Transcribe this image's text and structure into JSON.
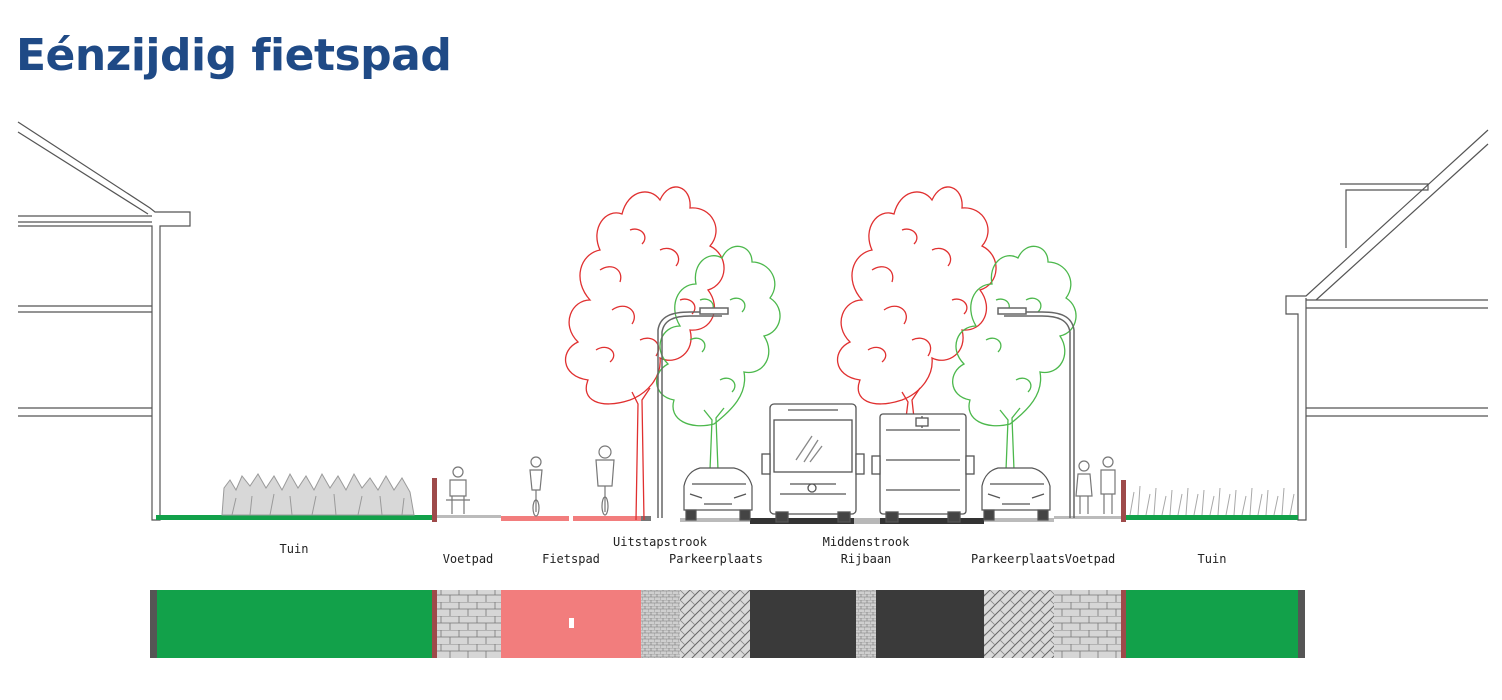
{
  "title": "Eénzijdig fietspad",
  "labels": {
    "tuin_left": "Tuin",
    "voetpad_left": "Voetpad",
    "fietspad": "Fietspad",
    "uitstapstrook": "Uitstapstrook",
    "parkeerplaats_left": "Parkeerplaats",
    "middenstrook": "Middenstrook",
    "rijbaan": "Rijbaan",
    "parkeerplaats_right": "Parkeerplaats",
    "voetpad_right": "Voetpad",
    "tuin_right": "Tuin"
  },
  "colors": {
    "title": "#1f4a86",
    "tuin": "#12a14a",
    "fietspad": "#f27d7d",
    "rijbaan": "#3a3a3a",
    "paving": "#d0d0d0",
    "kerb": "#9e4a4a",
    "tree_red": "#e03030",
    "tree_green": "#4cb84c"
  }
}
